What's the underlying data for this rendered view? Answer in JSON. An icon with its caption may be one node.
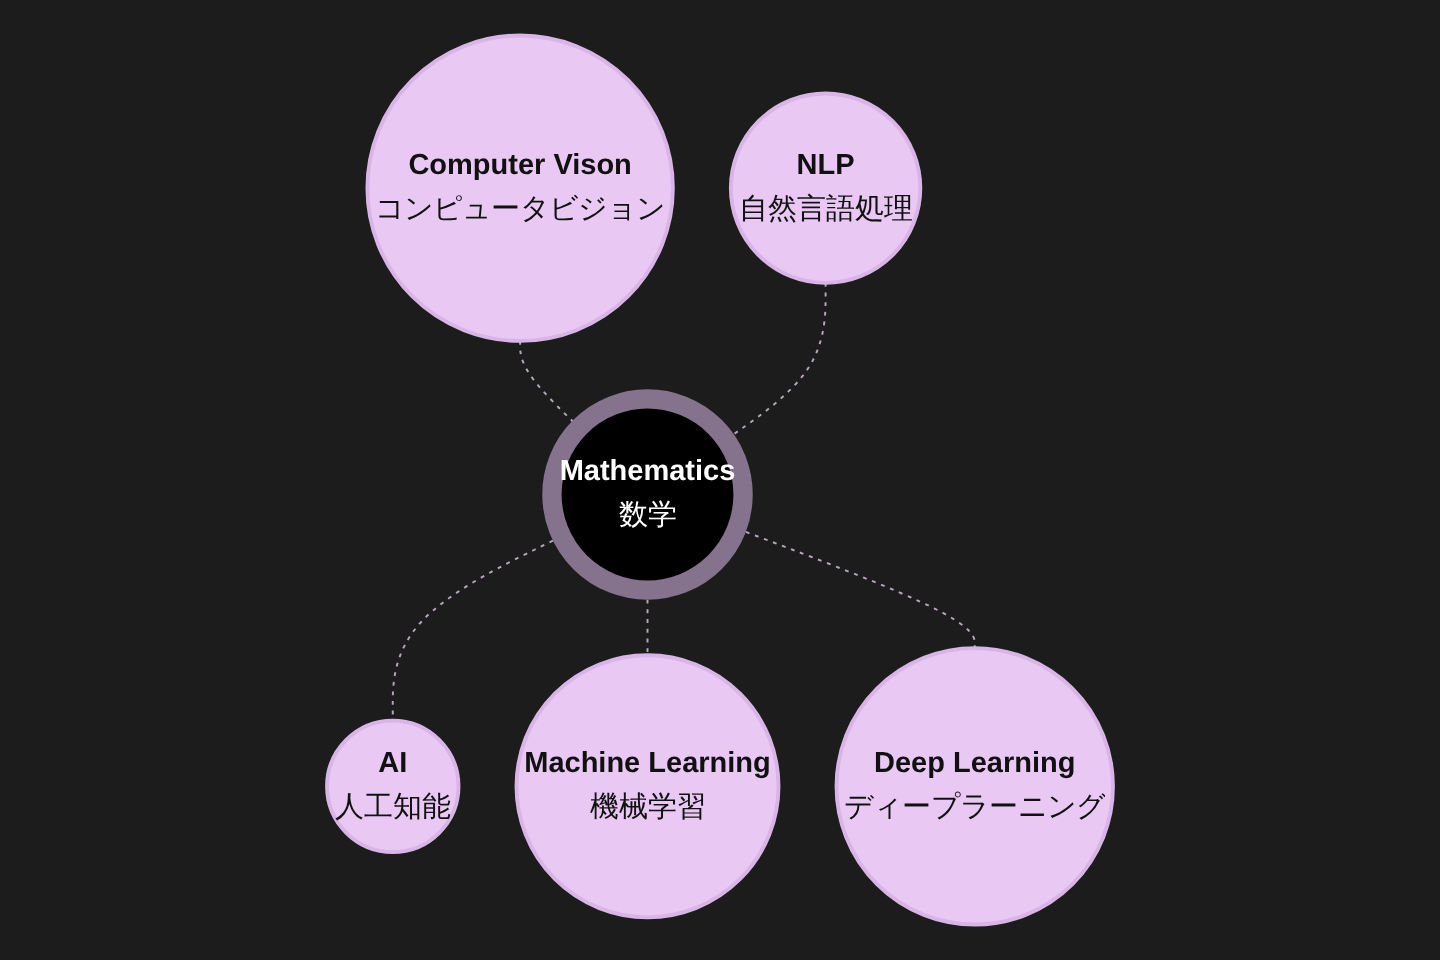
{
  "diagram": {
    "nodes": [
      {
        "text": [
          "Computer Vison",
          "コンピュータビジョン"
        ]
      },
      {
        "text": [
          "NLP",
          "自然言語処理"
        ]
      },
      {
        "text": [
          "Mathematics",
          "数学"
        ]
      },
      {
        "text": [
          "AI",
          "人工知能"
        ]
      },
      {
        "text": [
          "Deep Learning",
          "ディープラーニング"
        ]
      },
      {
        "text": [
          "Machine Learning",
          "機械学習"
        ]
      }
    ],
    "edges": [
      {
        "from": 0,
        "to": 2,
        "arrow": "none",
        "style": "dashed"
      },
      {
        "from": 1,
        "to": 2,
        "arrow": "none",
        "style": "dashed"
      },
      {
        "from": 2,
        "to": 3,
        "arrow": "none",
        "style": "dashed"
      },
      {
        "from": 2,
        "to": 5,
        "arrow": "none",
        "style": "dashed"
      },
      {
        "from": 2,
        "to": 4,
        "arrow": "none",
        "style": "dashed"
      }
    ]
  }
}
